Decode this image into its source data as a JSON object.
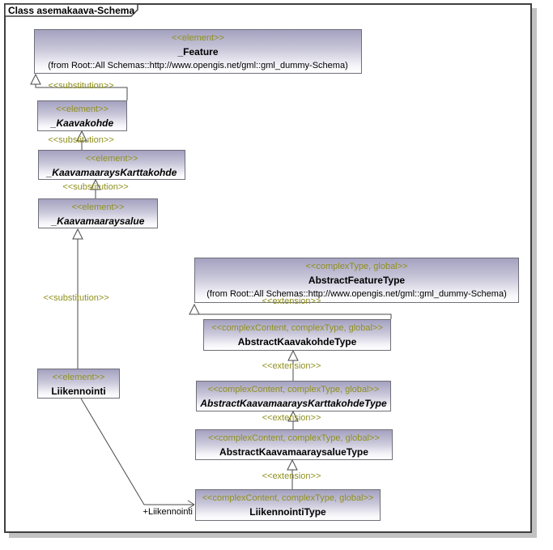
{
  "frame": {
    "title": "Class asemakaava-Schema"
  },
  "nodes": [
    {
      "id": "feature",
      "stereotype": "<<element>>",
      "name": "_Feature",
      "from": "(from Root::All Schemas::http://www.opengis.net/gml::gml_dummy-Schema)",
      "italic": false
    },
    {
      "id": "kaavakohde",
      "stereotype": "<<element>>",
      "name": "_Kaavakohde",
      "italic": true
    },
    {
      "id": "kaavamaarayskarttakohde",
      "stereotype": "<<element>>",
      "name": "_KaavamaaraysKarttakohde",
      "italic": true
    },
    {
      "id": "kaavamaaraysalue",
      "stereotype": "<<element>>",
      "name": "_Kaavamaaraysalue",
      "italic": true
    },
    {
      "id": "liikennointi",
      "stereotype": "<<element>>",
      "name": "Liikennointi",
      "italic": false
    },
    {
      "id": "abstractfeaturetype",
      "stereotype": "<<complexType, global>>",
      "name": "AbstractFeatureType",
      "from": "(from Root::All Schemas::http://www.opengis.net/gml::gml_dummy-Schema)",
      "italic": false
    },
    {
      "id": "abstractkaavakohdetype",
      "stereotype": "<<complexContent, complexType, global>>",
      "name": "AbstractKaavakohdeType",
      "italic": false
    },
    {
      "id": "abstractkaavamaarayskarttakohdetype",
      "stereotype": "<<complexContent, complexType, global>>",
      "name": "AbstractKaavamaaraysKarttakohdeType",
      "italic": true
    },
    {
      "id": "abstractkaavamaaraysaluetype",
      "stereotype": "<<complexContent, complexType, global>>",
      "name": "AbstractKaavamaaraysalueType",
      "italic": false
    },
    {
      "id": "liikennointitype",
      "stereotype": "<<complexContent, complexType, global>>",
      "name": "LiikennointiType",
      "italic": false
    }
  ],
  "connector_labels": {
    "substitution": "<<substitution>>",
    "extension": "<<extension>>"
  },
  "association": {
    "label": "+Liikennointi"
  },
  "colors": {
    "stereotype_olive": "#8F8F1D",
    "node_fill_top": "#A4A1C0",
    "node_border": "#6F6F78",
    "connector_line": "#4A4A4A",
    "frame_border": "#3F3F3F",
    "frame_shadow": "#C2C2C2"
  }
}
